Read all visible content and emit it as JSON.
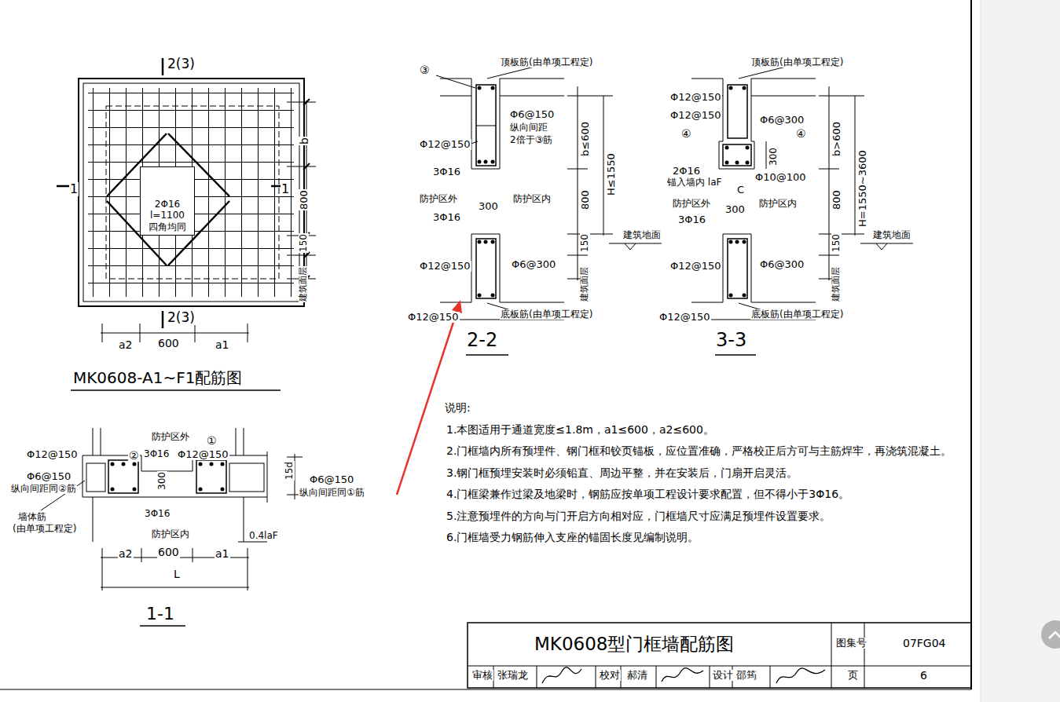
{
  "diagram": {
    "title": "MK0608型门框墙配筋图",
    "nodes": [
      {
        "text": [
          "2Φ16",
          "l=1100",
          "四角均同"
        ]
      }
    ],
    "labels": [
      "2(3)",
      "2(3)",
      "1",
      "1",
      "b",
      "800",
      "150",
      "建筑面层",
      "a2",
      "600",
      "a1",
      "MK0608-A1~F1配筋图",
      "防护区外",
      "①",
      "Φ12@150",
      "②",
      "3Φ16",
      "Φ12@150",
      "Φ6@150",
      "纵向间距同②筋",
      "300",
      "15d",
      "Φ6@150",
      "纵向间距同①筋",
      "墙体筋",
      "(由单项工程定)",
      "3Φ16",
      "防护区内",
      "0.4laF",
      "a2",
      "600",
      "a1",
      "L",
      "1-1",
      "③",
      "顶板筋(由单项工程定)",
      "Φ6@150",
      "纵向间距",
      "2倍于③筋",
      "Φ12@150",
      "3Φ16",
      "b≤600",
      "H≤1550",
      "800",
      "防护区外",
      "300",
      "防护区内",
      "3Φ16",
      "150",
      "建筑地面",
      "建筑面层",
      "Φ12@150",
      "Φ6@300",
      "Φ12@150",
      "底板筋(由单项工程定)",
      "2-2",
      "顶板筋(由单项工程定)",
      "Φ12@150",
      "Φ12@150",
      "Φ6@300",
      "④",
      "④",
      "b>600",
      "300",
      "2Φ16",
      "锚入墙内 laF",
      "Φ10@100",
      "C",
      "H=1550~3600",
      "800",
      "防护区外",
      "300",
      "防护区内",
      "3Φ16",
      "150",
      "建筑地面",
      "建筑面层",
      "Φ12@150",
      "Φ6@300",
      "Φ12@150",
      "底板筋(由单项工程定)",
      "3-3",
      "说明:",
      "1.本图适用于通道宽度≤1.8m，a1≤600，a2≤600。",
      "2.门框墙内所有预埋件、钢门框和铰页锚板，应位置准确，严格校正后方可与主筋焊牢，再浇筑混凝土。",
      "3.钢门框预埋安装时必须铅直、周边平整，并在安装后，门扇开启灵活。",
      "4.门框梁兼作过梁及地梁时，钢筋应按单项工程设计要求配置，但不得小于3Φ16。",
      "5.注意预埋件的方向与门开启方向相对应，门框墙尺寸应满足预埋件设置要求。",
      "6.门框墙受力钢筋伸入支座的锚固长度见编制说明。",
      "图集号",
      "07FG04",
      "审核",
      "张瑞龙",
      "校对",
      "郝清",
      "设计",
      "邵筠",
      "页",
      "6"
    ]
  }
}
